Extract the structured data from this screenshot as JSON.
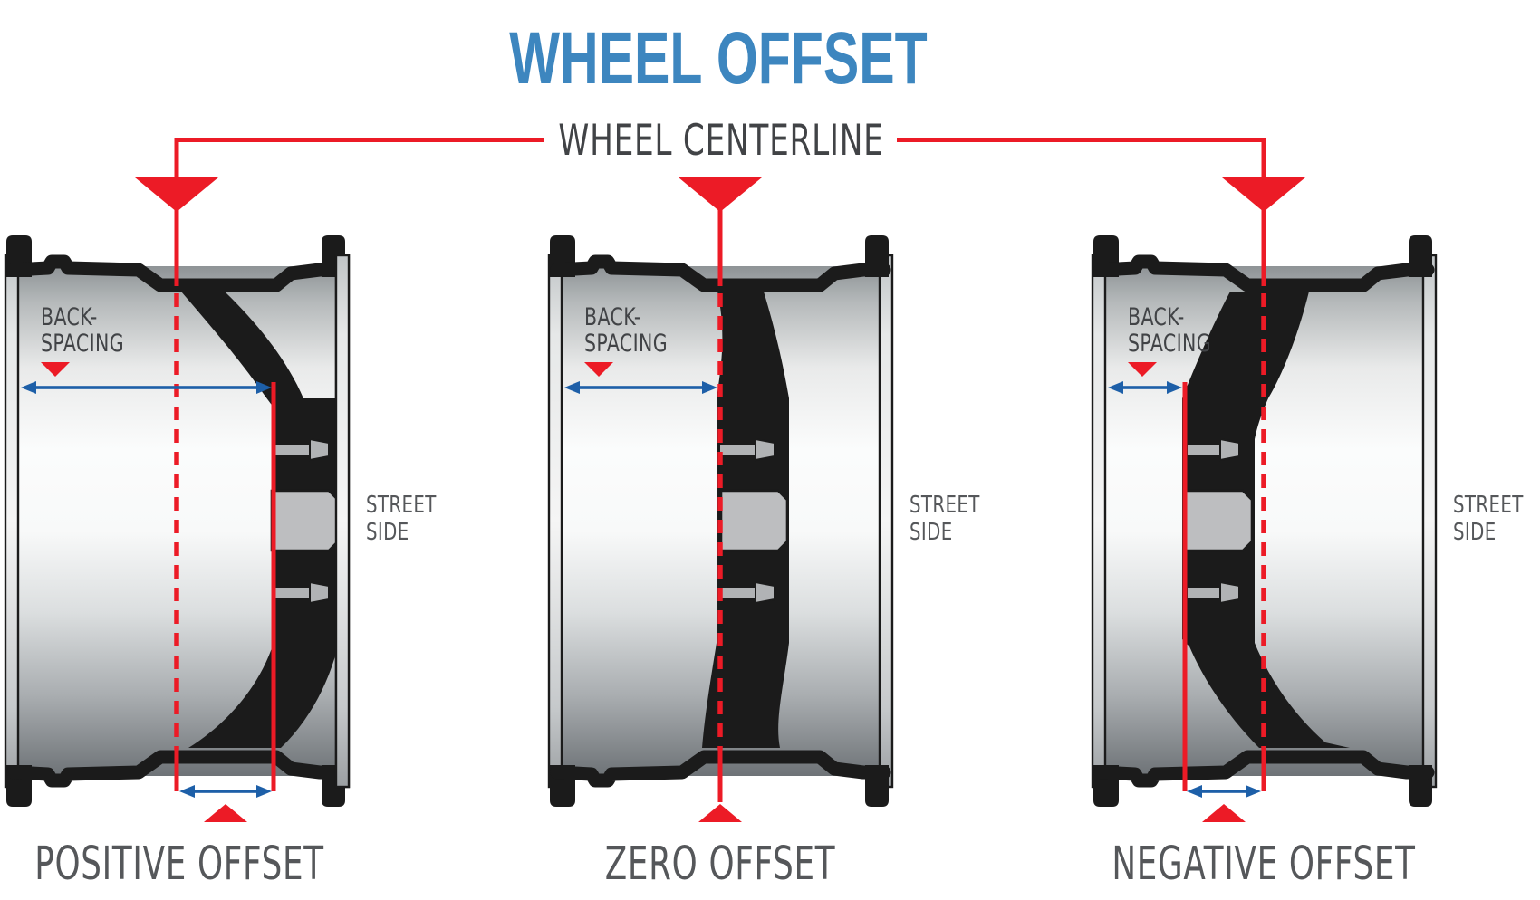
{
  "title": "WHEEL OFFSET",
  "centerline_label": "WHEEL CENTERLINE",
  "wheels": [
    {
      "name": "positive-offset-wheel",
      "label": "POSITIVE OFFSET",
      "backspacing_line1": "BACK-",
      "backspacing_line2": "SPACING",
      "street_line1": "STREET",
      "street_line2": "SIDE"
    },
    {
      "name": "zero-offset-wheel",
      "label": "ZERO OFFSET",
      "backspacing_line1": "BACK-",
      "backspacing_line2": "SPACING",
      "street_line1": "STREET",
      "street_line2": "SIDE"
    },
    {
      "name": "negative-offset-wheel",
      "label": "NEGATIVE OFFSET",
      "backspacing_line1": "BACK-",
      "backspacing_line2": "SPACING",
      "street_line1": "STREET",
      "street_line2": "SIDE"
    }
  ],
  "colors": {
    "red": "#ec1b26",
    "blue": "#1d5fa8",
    "title_blue": "#3d86bf",
    "text_dark": "#414346",
    "text_gray": "#55575a",
    "black": "#1b1b1b",
    "hub_gray": "#bdbec0",
    "lug_gray": "#b1b3b5"
  }
}
